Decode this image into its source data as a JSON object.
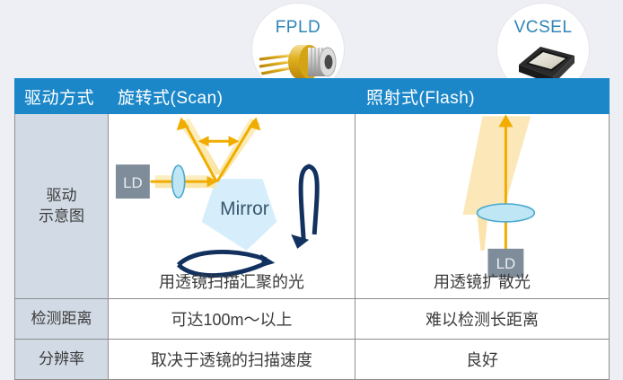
{
  "page": {
    "background_color": "#eeeef5",
    "accent_color": "#1b87c9",
    "label_bg_color": "#d2dbe5",
    "beam_color": "#f0ad00",
    "lens_color": "#b8e2f2",
    "mirror_color": "#d6eefb",
    "navy_color": "#12315f",
    "ld_box_color": "#7f8c99"
  },
  "badges": [
    {
      "label": "FPLD",
      "icon": "fabry-perot-laser-diode-photo"
    },
    {
      "label": "VCSEL",
      "icon": "vcsel-chip-photo"
    }
  ],
  "table": {
    "header": {
      "row_label": "驱动方式",
      "col_scan": "旋转式(Scan)",
      "col_flash": "照射式(Flash)"
    },
    "rows": [
      {
        "label": "驱动\n示意图",
        "label_line1": "驱动",
        "label_line2": "示意图",
        "scan": {
          "caption": "用透镜扫描汇聚的光",
          "parts": {
            "ld": "LD",
            "mirror": "Mirror"
          }
        },
        "flash": {
          "caption": "用透镜扩散光",
          "parts": {
            "ld": "LD"
          }
        }
      },
      {
        "label": "检测距离",
        "scan": "可达100m～以上",
        "flash": "难以检测长距离"
      },
      {
        "label": "分辨率",
        "scan": "取决于透镜的扫描速度",
        "flash": "良好"
      }
    ]
  }
}
